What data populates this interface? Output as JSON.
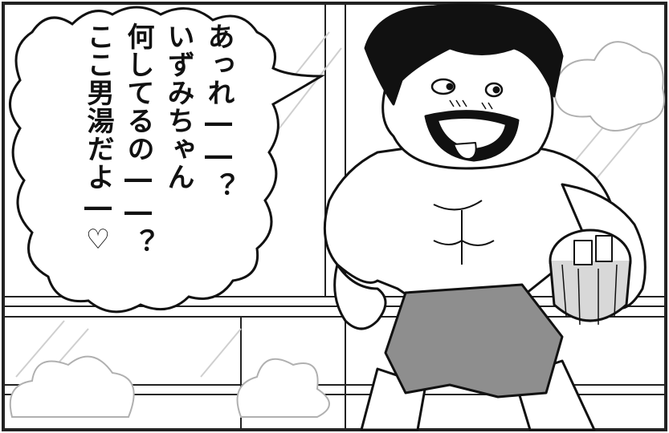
{
  "panel": {
    "speech_lines": [
      "あっれ――？",
      "いずみちゃん",
      "何してるの――？",
      "ここ男湯だよ―♡"
    ]
  },
  "colors": {
    "ink": "#111111",
    "paper": "#ffffff",
    "towel": "#8e8e8e",
    "tile_grey": "#bdbdbd"
  }
}
